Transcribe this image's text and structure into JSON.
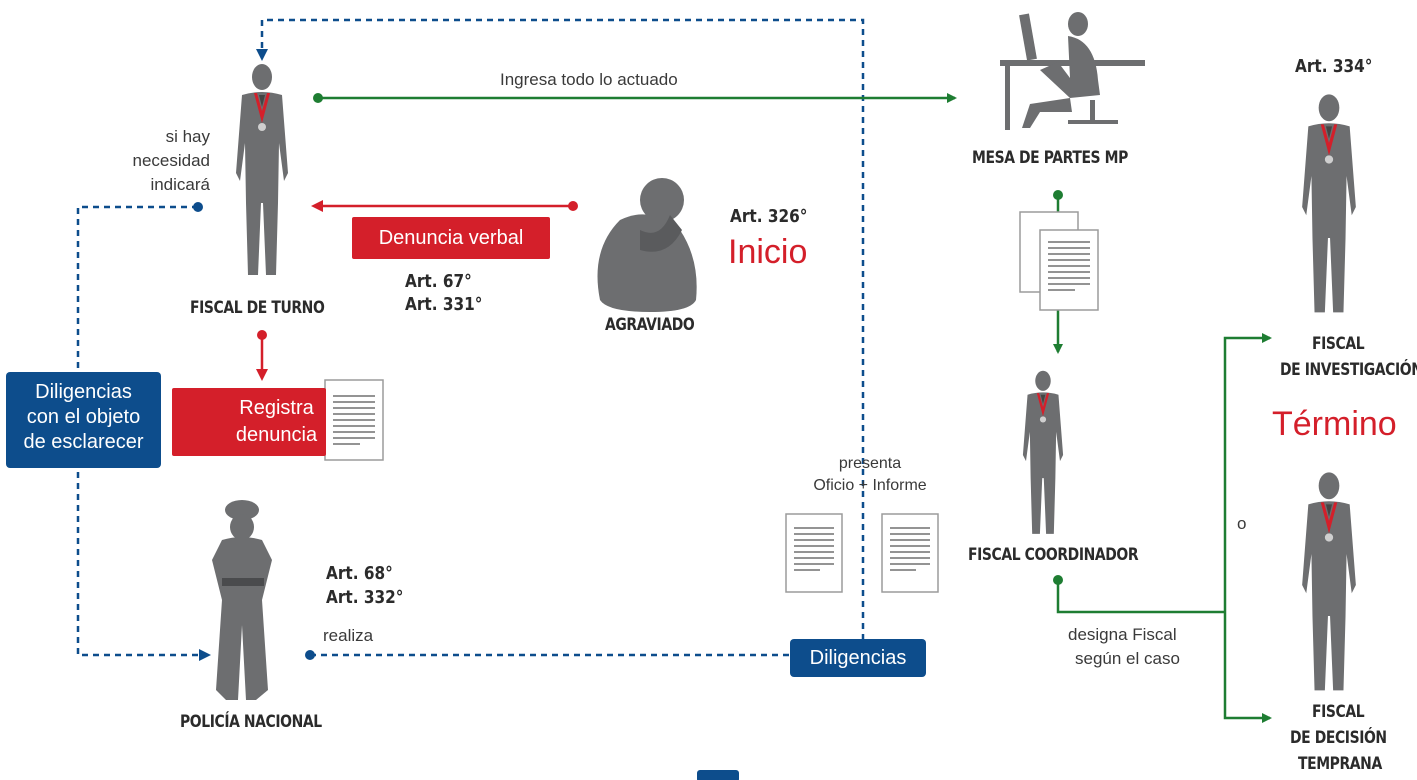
{
  "nodes": {
    "fiscal_turno": "FISCAL DE TURNO",
    "agraviado": "AGRAVIADO",
    "policia": "POLICÍA NACIONAL",
    "mesa_partes": "MESA DE PARTES MP",
    "fiscal_coordinador": "FISCAL COORDINADOR",
    "fiscal_investigacion_1": "FISCAL",
    "fiscal_investigacion_2": "DE INVESTIGACIÓN",
    "fiscal_decision_1": "FISCAL",
    "fiscal_decision_2": "DE DECISIÓN",
    "fiscal_decision_3": "TEMPRANA"
  },
  "articles": {
    "art_326": "Art. 326°",
    "art_67": "Art. 67°",
    "art_331": "Art. 331°",
    "art_68": "Art. 68°",
    "art_332": "Art. 332°",
    "art_334": "Art. 334°"
  },
  "stage": {
    "inicio": "Inicio",
    "termino": "Término"
  },
  "boxes": {
    "denuncia_verbal": "Denuncia verbal",
    "registra_1": "Registra",
    "registra_2": "denuncia",
    "diligencias_objeto_1": "Diligencias",
    "diligencias_objeto_2": "con el objeto",
    "diligencias_objeto_3": "de esclarecer",
    "diligencias": "Diligencias"
  },
  "edges": {
    "ingresa": "Ingresa todo lo actuado",
    "si_hay_1": "si hay",
    "si_hay_2": "necesidad",
    "si_hay_3": "indicará",
    "presenta_1": "presenta",
    "presenta_2": "Oficio + Informe",
    "realiza": "realiza",
    "designa_1": "designa Fiscal",
    "designa_2": "según el caso",
    "o": "o"
  },
  "colors": {
    "red": "#d41f2a",
    "blue": "#0d4d8c",
    "green": "#1e7d32",
    "figure": "#6d6e70"
  },
  "icons": [
    "prosecutor-figure",
    "victim-figure",
    "police-figure",
    "clerk-figure",
    "document-icon"
  ]
}
